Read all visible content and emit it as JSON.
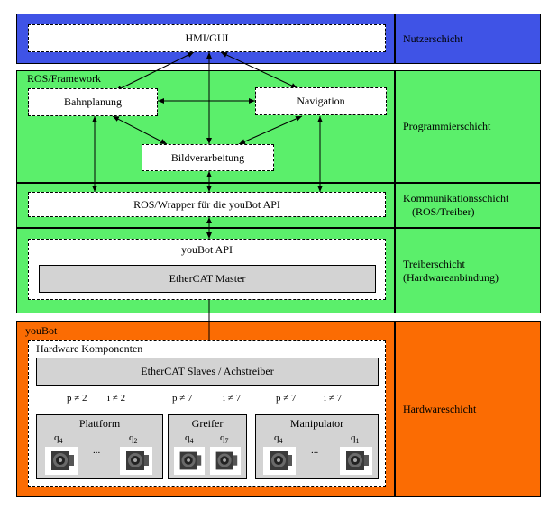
{
  "colors": {
    "nutzer": "#3f53e6",
    "green": "#5bef6b",
    "orange": "#fb6c03",
    "gray": "#d3d3d3"
  },
  "layers": {
    "nutzerschicht": "Nutzerschicht",
    "programmierschicht": "Programmierschicht",
    "kommunikation_line1": "Kommunikationsschicht",
    "kommunikation_line2": "(ROS/Treiber)",
    "treiber_line1": "Treiberschicht",
    "treiber_line2": "(Hardwareanbindung)",
    "hardwareschicht": "Hardwareschicht"
  },
  "boxes": {
    "hmi": "HMI/GUI",
    "ros_framework": "ROS/Framework",
    "bahnplanung": "Bahnplanung",
    "navigation": "Navigation",
    "bildverarbeitung": "Bildverarbeitung",
    "ros_wrapper": "ROS/Wrapper für die youBot API",
    "youbot_api": "youBot API",
    "ethercat_master": "EtherCAT Master",
    "youbot": "youBot",
    "hardware_komponenten": "Hardware Komponenten",
    "ethercat_slaves": "EtherCAT Slaves / Achstreiber",
    "plattform": "Plattform",
    "greifer": "Greifer",
    "manipulator": "Manipulator"
  },
  "signals": {
    "p2": "p ≠ 2",
    "i2": "i ≠ 2",
    "p7a": "p ≠ 7",
    "i7a": "i ≠ 7",
    "p7b": "p ≠ 7",
    "i7b": "i ≠ 7"
  },
  "motors": {
    "plattform_left": "q",
    "plattform_left_sub": "4",
    "plattform_dots": "...",
    "plattform_right": "q",
    "plattform_right_sub": "2",
    "greifer_left": "q",
    "greifer_left_sub": "4",
    "greifer_right": "q",
    "greifer_right_sub": "7",
    "manip_left": "q",
    "manip_left_sub": "4",
    "manip_dots": "...",
    "manip_right": "q",
    "manip_right_sub": "1"
  }
}
